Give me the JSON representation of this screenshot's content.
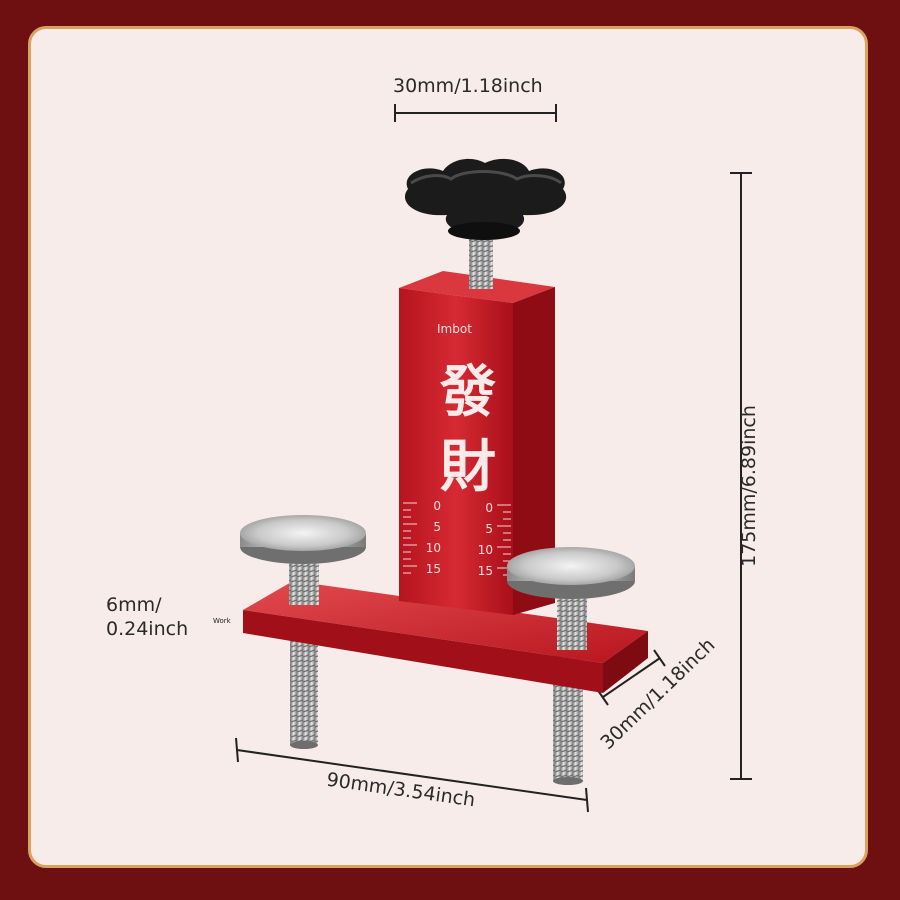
{
  "dimensions": {
    "top_width": "30mm/1.18inch",
    "height": "175mm/6.89inch",
    "thickness": "6mm/\n0.24inch",
    "base_depth": "30mm/1.18inch",
    "base_width": "90mm/3.54inch"
  },
  "product": {
    "brand": "Imbot",
    "chars_top": "發",
    "chars_bottom": "財",
    "scale_ticks": [
      "0",
      "5",
      "10",
      "15"
    ],
    "work_note": "Work"
  },
  "colors": {
    "background": "#6e0f12",
    "panel": "#f8ecea",
    "border": "#d9a35f",
    "aluminium_red": "#c8202b",
    "knob_black": "#1b1b1b"
  }
}
